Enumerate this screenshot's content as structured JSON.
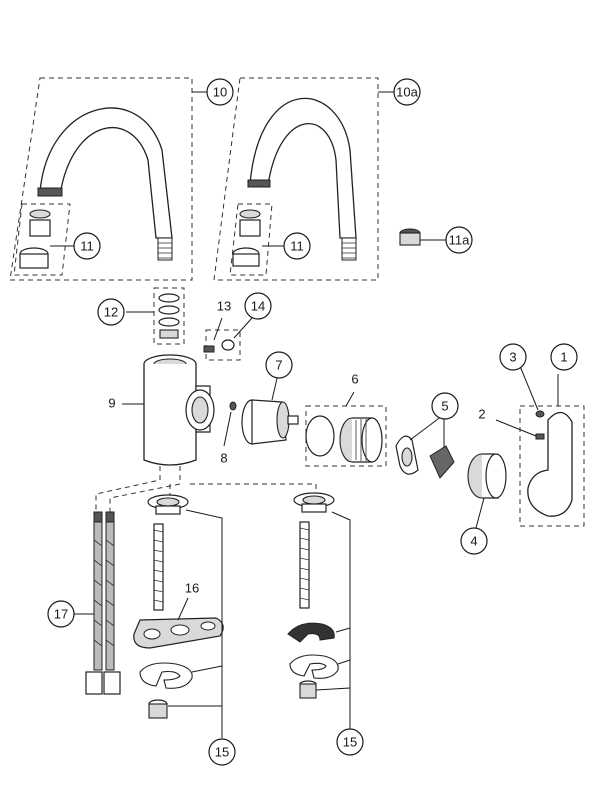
{
  "callouts": {
    "c1": "1",
    "c2": "2",
    "c3": "3",
    "c4": "4",
    "c5": "5",
    "c6": "6",
    "c7": "7",
    "c8": "8",
    "c9": "9",
    "c10": "10",
    "c10a": "10a",
    "c11_left": "11",
    "c11_right": "11",
    "c11a": "11a",
    "c12": "12",
    "c13": "13",
    "c14": "14",
    "c15_left": "15",
    "c15_right": "15",
    "c16": "16",
    "c17": "17"
  }
}
